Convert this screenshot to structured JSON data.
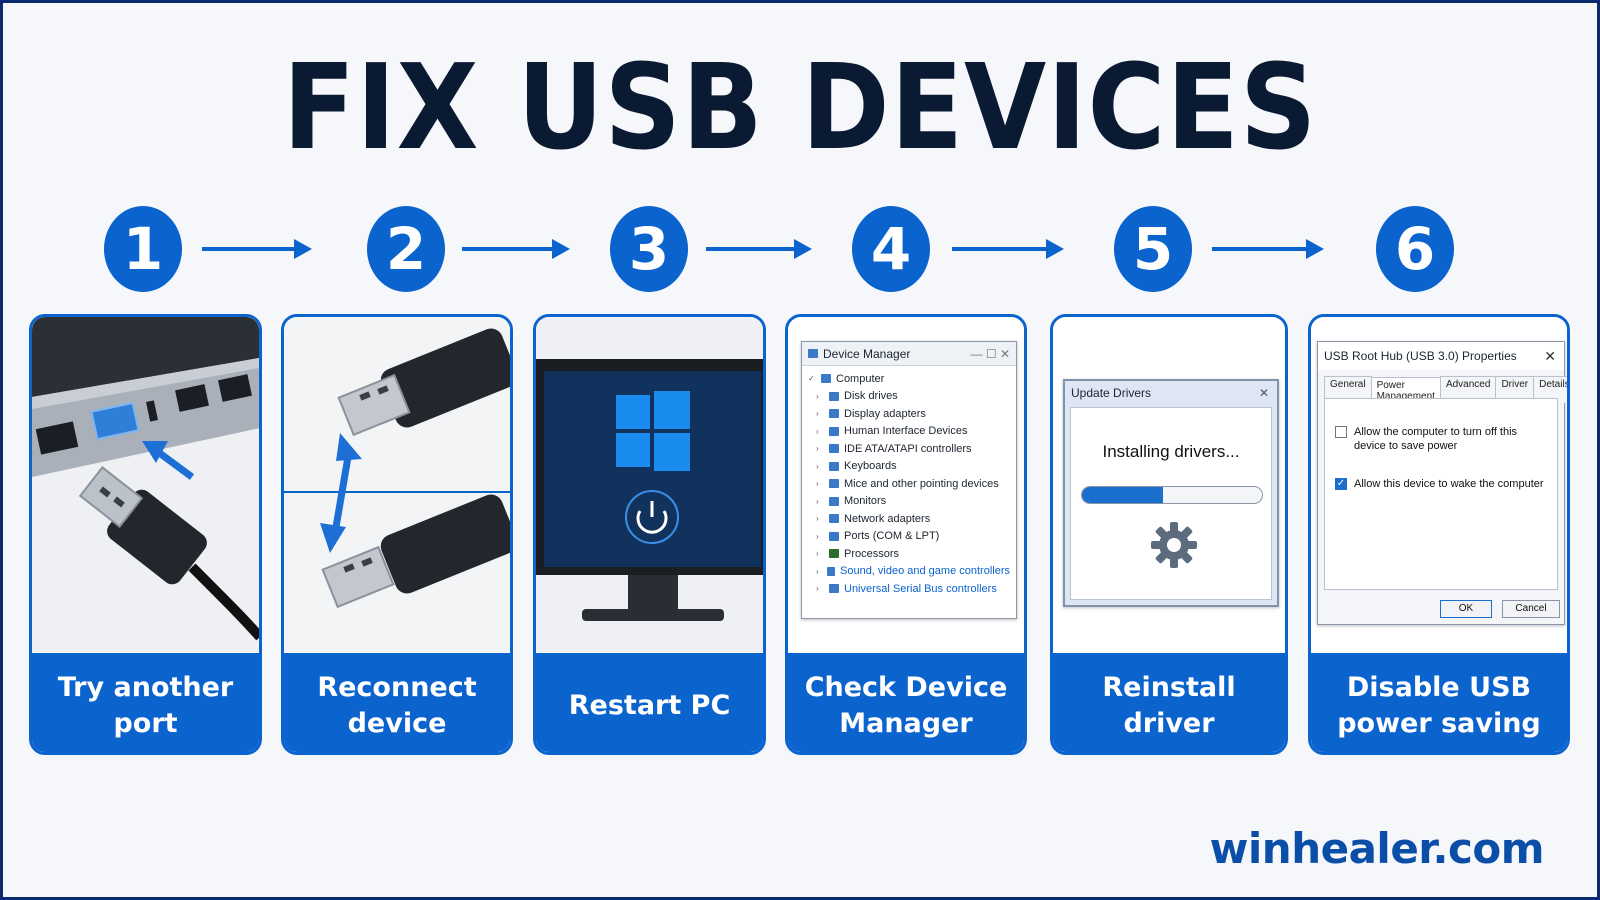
{
  "title": "FIX USB DEVICES",
  "steps": [
    {
      "number": "1",
      "label": "Try another port"
    },
    {
      "number": "2",
      "label": "Reconnect device"
    },
    {
      "number": "3",
      "label": "Restart PC"
    },
    {
      "number": "4",
      "label": "Check Device Manager"
    },
    {
      "number": "5",
      "label": "Reinstall driver"
    },
    {
      "number": "6",
      "label": "Disable USB power saving"
    }
  ],
  "device_manager": {
    "title": "Device Manager",
    "root": "Computer",
    "items": [
      "Disk drives",
      "Display adapters",
      "Human Interface Devices",
      "IDE ATA/ATAPI controllers",
      "Keyboards",
      "Mice and other pointing devices",
      "Monitors",
      "Network adapters",
      "Ports (COM & LPT)",
      "Processors",
      "Sound, video and game controllers",
      "Universal Serial Bus controllers"
    ]
  },
  "update_dialog": {
    "title": "Update Drivers",
    "message": "Installing drivers...",
    "progress": 0.45
  },
  "properties": {
    "title": "USB Root Hub (USB 3.0) Properties",
    "tabs": [
      "General",
      "Power Management",
      "Advanced",
      "Driver",
      "Details"
    ],
    "option1": "Allow the computer to turn off this device to save power",
    "option2": "Allow this device to wake the computer",
    "option1_checked": false,
    "option2_checked": true,
    "ok": "OK",
    "cancel": "Cancel"
  },
  "brand": "winhealer.com",
  "colors": {
    "accent": "#0b63ce",
    "dark": "#0b1a33",
    "brand": "#0b4ea8"
  }
}
